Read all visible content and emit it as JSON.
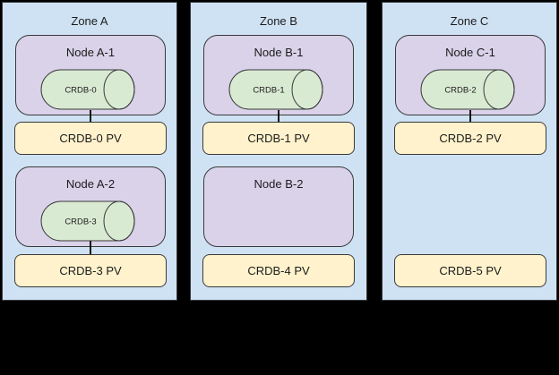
{
  "palette": {
    "background": "#000000",
    "zone_fill": "#cfe2f3",
    "node_fill": "#d9d2e9",
    "pod_fill": "#d9ead3",
    "pv_fill": "#fff2cc",
    "border": "#3a3a3a",
    "text": "#1c1c1c"
  },
  "zones": [
    {
      "label": "Zone A",
      "rows": [
        {
          "node_label": "Node A-1",
          "pod_label": "CRDB-0",
          "pv_label": "CRDB-0 PV",
          "connected": true
        },
        {
          "node_label": "Node A-2",
          "pod_label": "CRDB-3",
          "pv_label": "CRDB-3 PV",
          "connected": true
        }
      ]
    },
    {
      "label": "Zone B",
      "rows": [
        {
          "node_label": "Node B-1",
          "pod_label": "CRDB-1",
          "pv_label": "CRDB-1 PV",
          "connected": true
        },
        {
          "node_label": "Node B-2",
          "pod_label": null,
          "pv_label": "CRDB-4 PV",
          "connected": false
        }
      ]
    },
    {
      "label": "Zone C",
      "rows": [
        {
          "node_label": "Node C-1",
          "pod_label": "CRDB-2",
          "pv_label": "CRDB-2 PV",
          "connected": true
        },
        {
          "node_label": null,
          "pod_label": null,
          "pv_label": "CRDB-5 PV",
          "connected": false
        }
      ]
    }
  ]
}
